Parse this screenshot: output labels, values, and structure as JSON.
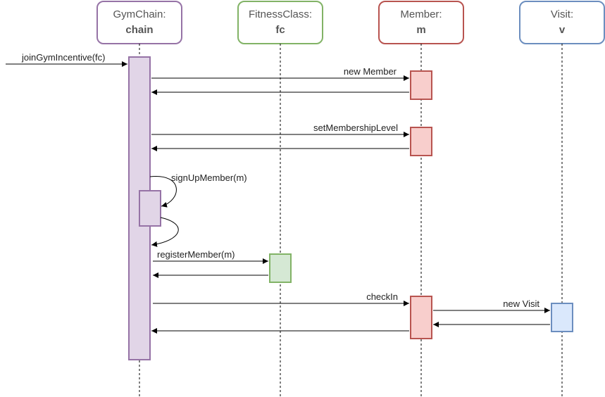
{
  "participants": [
    {
      "id": "chain",
      "type": "GymChain:",
      "name": "chain",
      "stroke": "#9673a6",
      "fill": "#e1d5e7"
    },
    {
      "id": "fc",
      "type": "FitnessClass:",
      "name": "fc",
      "stroke": "#82b366",
      "fill": "#d5e8d4"
    },
    {
      "id": "m",
      "type": "Member:",
      "name": "m",
      "stroke": "#b85450",
      "fill": "#f8cecc"
    },
    {
      "id": "v",
      "type": "Visit:",
      "name": "v",
      "stroke": "#6c8ebf",
      "fill": "#dae8fc"
    }
  ],
  "messages": {
    "join": "joinGymIncentive(fc)",
    "new_member": "new Member",
    "set_level": "setMembershipLevel",
    "sign_up": "signUpMember(m)",
    "register": "registerMember(m)",
    "check_in": "checkIn",
    "new_visit": "new Visit"
  }
}
